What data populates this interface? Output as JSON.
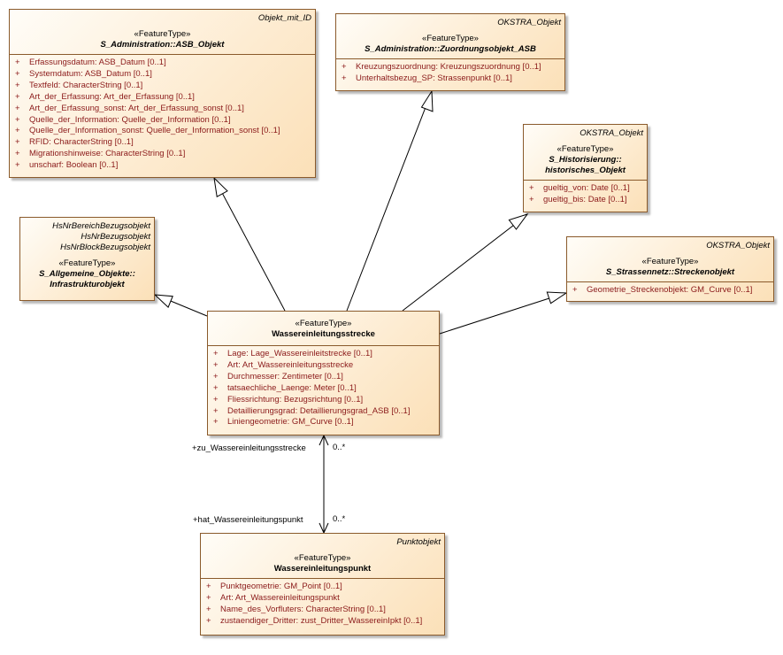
{
  "classes": {
    "asb_objekt": {
      "parents": [
        "Objekt_mit_ID"
      ],
      "stereotype": "«FeatureType»",
      "name": "S_Administration::ASB_Objekt",
      "attributes": [
        {
          "vis": "+",
          "text": "Erfassungsdatum: ASB_Datum [0..1]"
        },
        {
          "vis": "+",
          "text": "Systemdatum: ASB_Datum [0..1]"
        },
        {
          "vis": "+",
          "text": "Textfeld: CharacterString [0..1]"
        },
        {
          "vis": "+",
          "text": "Art_der_Erfassung: Art_der_Erfassung [0..1]"
        },
        {
          "vis": "+",
          "text": "Art_der_Erfassung_sonst: Art_der_Erfassung_sonst [0..1]"
        },
        {
          "vis": "+",
          "text": "Quelle_der_Information: Quelle_der_Information [0..1]"
        },
        {
          "vis": "+",
          "text": "Quelle_der_Information_sonst: Quelle_der_Information_sonst [0..1]"
        },
        {
          "vis": "+",
          "text": "RFID: CharacterString [0..1]"
        },
        {
          "vis": "+",
          "text": "Migrationshinweise: CharacterString [0..1]"
        },
        {
          "vis": "+",
          "text": "unscharf: Boolean [0..1]"
        }
      ]
    },
    "zuordnungsobjekt": {
      "parents": [
        "OKSTRA_Objekt"
      ],
      "stereotype": "«FeatureType»",
      "name": "S_Administration::Zuordnungsobjekt_ASB",
      "attributes": [
        {
          "vis": "+",
          "text": "Kreuzungszuordnung: Kreuzungszuordnung [0..1]"
        },
        {
          "vis": "+",
          "text": "Unterhaltsbezug_SP: Strassenpunkt [0..1]"
        }
      ]
    },
    "historisches": {
      "parents": [
        "OKSTRA_Objekt"
      ],
      "stereotype": "«FeatureType»",
      "name1": "S_Historisierung::",
      "name2": "historisches_Objekt",
      "attributes": [
        {
          "vis": "+",
          "text": "gueltig_von: Date [0..1]"
        },
        {
          "vis": "+",
          "text": "gueltig_bis: Date [0..1]"
        }
      ]
    },
    "infrastruktur": {
      "parents": [
        "HsNrBereichBezugsobjekt",
        "HsNrBezugsobjekt",
        "HsNrBlockBezugsobjekt"
      ],
      "stereotype": "«FeatureType»",
      "name1": "S_Allgemeine_Objekte::",
      "name2": "Infrastrukturobjekt"
    },
    "streckenobjekt": {
      "parents": [
        "OKSTRA_Objekt"
      ],
      "stereotype": "«FeatureType»",
      "name": "S_Strassennetz::Streckenobjekt",
      "attributes": [
        {
          "vis": "+",
          "text": "Geometrie_Streckenobjekt: GM_Curve [0..1]"
        }
      ]
    },
    "strecke": {
      "stereotype": "«FeatureType»",
      "name": "Wassereinleitungsstrecke",
      "attributes": [
        {
          "vis": "+",
          "text": "Lage: Lage_Wassereinleitstrecke [0..1]"
        },
        {
          "vis": "+",
          "text": "Art: Art_Wassereinleitungsstrecke"
        },
        {
          "vis": "+",
          "text": "Durchmesser: Zentimeter [0..1]"
        },
        {
          "vis": "+",
          "text": "tatsaechliche_Laenge: Meter [0..1]"
        },
        {
          "vis": "+",
          "text": "Fliessrichtung: Bezugsrichtung [0..1]"
        },
        {
          "vis": "+",
          "text": "Detaillierungsgrad: Detaillierungsgrad_ASB [0..1]"
        },
        {
          "vis": "+",
          "text": "Liniengeometrie: GM_Curve [0..1]"
        }
      ]
    },
    "punkt": {
      "parents": [
        "Punktobjekt"
      ],
      "stereotype": "«FeatureType»",
      "name": "Wassereinleitungspunkt",
      "attributes": [
        {
          "vis": "+",
          "text": "Punktgeometrie: GM_Point [0..1]"
        },
        {
          "vis": "+",
          "text": "Art: Art_Wassereinleitungspunkt"
        },
        {
          "vis": "+",
          "text": "Name_des_Vorfluters: CharacterString [0..1]"
        },
        {
          "vis": "+",
          "text": "zustaendiger_Dritter: zust_Dritter_WassereinIpkt [0..1]"
        }
      ]
    }
  },
  "association": {
    "role_top": "+zu_Wassereinleitungsstrecke",
    "mult_top": "0..*",
    "role_bottom": "+hat_Wassereinleitungspunkt",
    "mult_bottom": "0..*"
  }
}
